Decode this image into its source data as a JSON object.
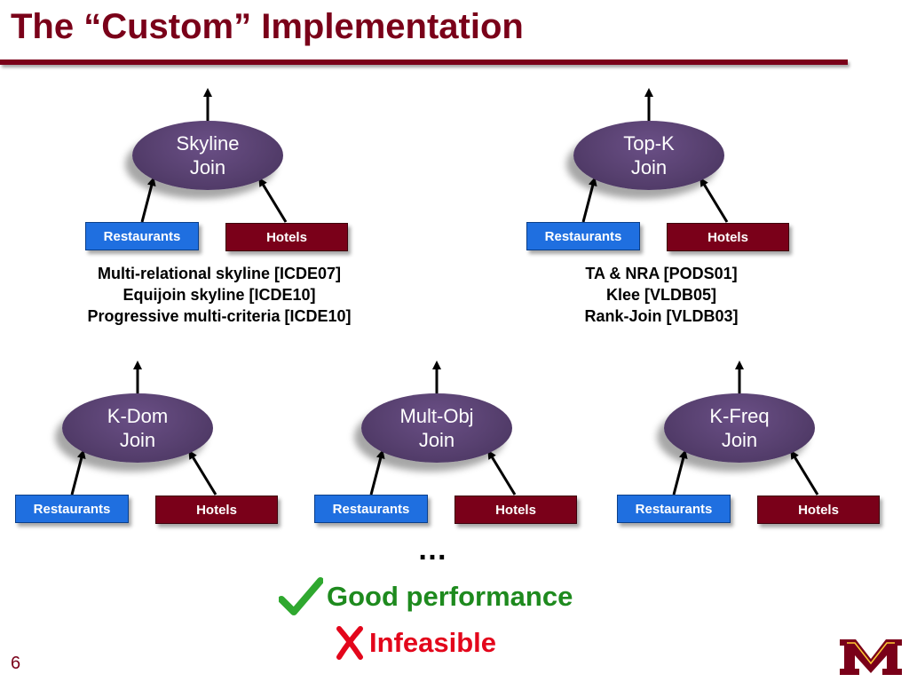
{
  "title": "The “Custom” Implementation",
  "joins": [
    {
      "line1": "Skyline",
      "line2": "Join"
    },
    {
      "line1": "Top-K",
      "line2": "Join"
    },
    {
      "line1": "K-Dom",
      "line2": "Join"
    },
    {
      "line1": "Mult-Obj",
      "line2": "Join"
    },
    {
      "line1": "K-Freq",
      "line2": "Join"
    }
  ],
  "inputs": {
    "left": "Restaurants",
    "right": "Hotels"
  },
  "refs": {
    "skyline": [
      "Multi-relational skyline [ICDE07]",
      "Equijoin skyline [ICDE10]",
      "Progressive multi-criteria [ICDE10]"
    ],
    "topk": [
      "TA & NRA [PODS01]",
      "Klee [VLDB05]",
      "Rank-Join [VLDB03]"
    ]
  },
  "ellipsis": "…",
  "legend": {
    "good": "Good performance",
    "bad": "Infeasible"
  },
  "page_number": "6",
  "colors": {
    "maroon": "#7a0019",
    "purple": "#57406f",
    "blue": "#1f6fe0",
    "green": "#1e8a1e",
    "red": "#e3061b"
  },
  "icons": [
    "check-icon",
    "cross-icon",
    "university-logo"
  ]
}
